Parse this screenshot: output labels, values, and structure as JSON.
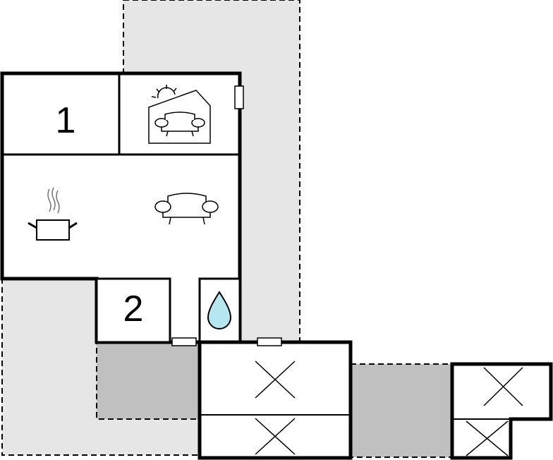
{
  "floor_plan": {
    "rooms": [
      {
        "id": "bedroom-1",
        "label": "1"
      },
      {
        "id": "bedroom-2",
        "label": "2"
      }
    ],
    "icons": [
      "sun-lounge-icon",
      "kitchen-pot-icon",
      "sofa-icon",
      "water-drop-icon",
      "cross-marker-icon"
    ],
    "colors": {
      "outdoor_light": "#e6e6e6",
      "outdoor_dark": "#c0c0c0",
      "wall": "#000000",
      "water": "#b6e6f0"
    }
  }
}
